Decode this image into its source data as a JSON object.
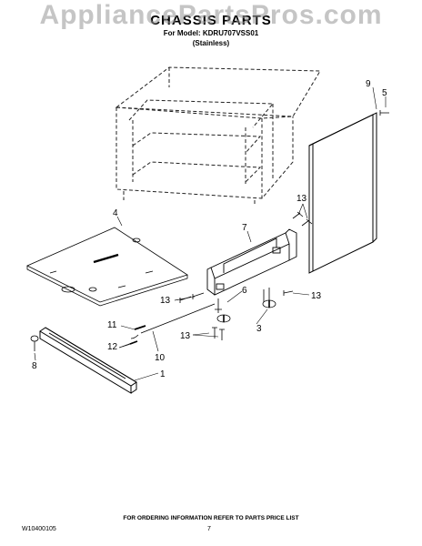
{
  "watermark": "AppliancePartsPros.com",
  "header": {
    "title": "CHASSIS PARTS",
    "model": "For Model: KDRU707VSS01",
    "finish": "(Stainless)"
  },
  "callouts": {
    "c1": "1",
    "c3": "3",
    "c4": "4",
    "c5": "5",
    "c6": "6",
    "c7": "7",
    "c8": "8",
    "c9": "9",
    "c10": "10",
    "c11": "11",
    "c12": "12",
    "c13a": "13",
    "c13b": "13",
    "c13c": "13",
    "c13d": "13"
  },
  "footer": {
    "order_note": "FOR ORDERING INFORMATION REFER TO PARTS PRICE LIST",
    "doc_number": "W10400105",
    "page_number": "7"
  }
}
